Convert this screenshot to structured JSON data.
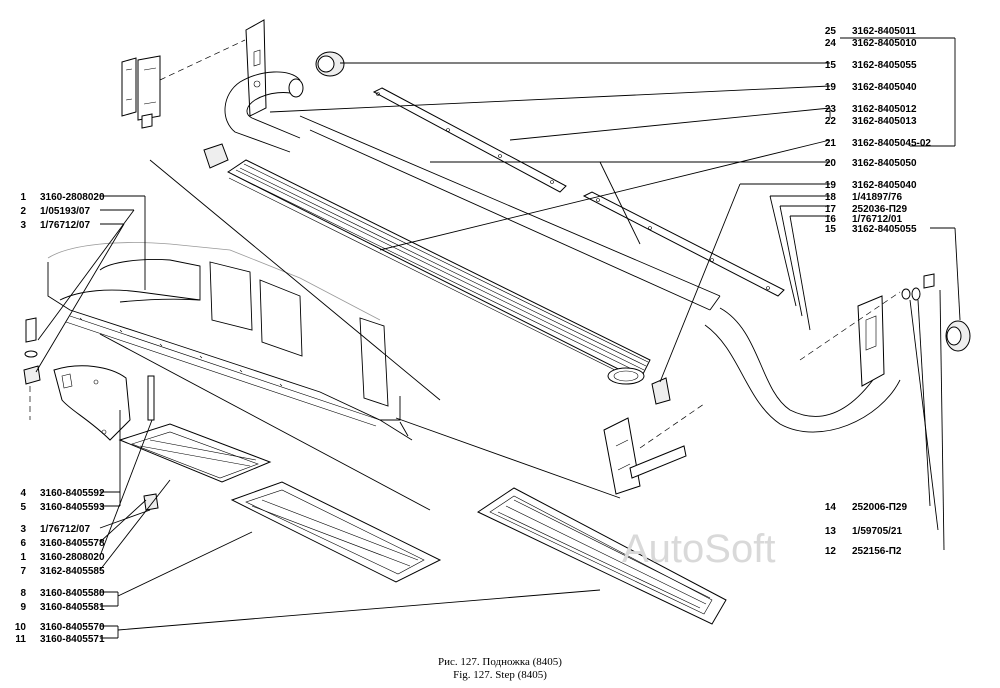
{
  "labels": [
    {
      "num": "25",
      "code": "3162-8405011"
    },
    {
      "num": "24",
      "code": "3162-8405010"
    },
    {
      "num": "15",
      "code": "3162-8405055"
    },
    {
      "num": "19",
      "code": "3162-8405040"
    },
    {
      "num": "23",
      "code": "3162-8405012"
    },
    {
      "num": "22",
      "code": "3162-8405013"
    },
    {
      "num": "21",
      "code": "3162-8405045-02"
    },
    {
      "num": "20",
      "code": "3162-8405050"
    },
    {
      "num": "19",
      "code": "3162-8405040"
    },
    {
      "num": "18",
      "code": "1/41897/76"
    },
    {
      "num": "17",
      "code": "252036-П29"
    },
    {
      "num": "16",
      "code": "1/76712/01"
    },
    {
      "num": "15",
      "code": "3162-8405055"
    },
    {
      "num": "14",
      "code": "252006-П29"
    },
    {
      "num": "13",
      "code": "1/59705/21"
    },
    {
      "num": "12",
      "code": "252156-П2"
    },
    {
      "num": "1",
      "code": "3160-2808020"
    },
    {
      "num": "2",
      "code": "1/05193/07"
    },
    {
      "num": "3",
      "code": "1/76712/07"
    },
    {
      "num": "4",
      "code": "3160-8405592"
    },
    {
      "num": "5",
      "code": "3160-8405593"
    },
    {
      "num": "3",
      "code": "1/76712/07"
    },
    {
      "num": "6",
      "code": "3160-8405578"
    },
    {
      "num": "1",
      "code": "3160-2808020"
    },
    {
      "num": "7",
      "code": "3162-8405585"
    },
    {
      "num": "8",
      "code": "3160-8405580"
    },
    {
      "num": "9",
      "code": "3160-8405581"
    },
    {
      "num": "10",
      "code": "3160-8405570"
    },
    {
      "num": "11",
      "code": "3160-8405571"
    }
  ],
  "caption": {
    "ru": "Рис. 127. Подножка (8405)",
    "en": "Fig. 127. Step (8405)"
  },
  "watermark": "AutoSoft"
}
